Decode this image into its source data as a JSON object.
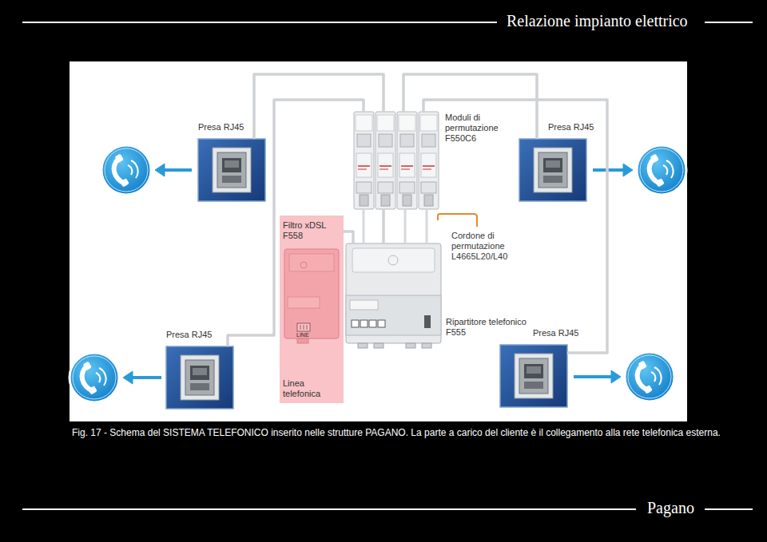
{
  "diagram": {
    "title": "Relazione impianto elettrico",
    "caption": "Fig. 17 - Schema del SISTEMA TELEFONICO inserito nelle strutture PAGANO. La parte a carico del cliente è il collegamento alla rete telefonica esterna.",
    "nodes": [
      {
        "text": [
          "Presa RJ45"
        ]
      },
      {
        "text": [
          "Moduli di permutazione F550C6"
        ]
      },
      {
        "text": [
          "Presa RJ45"
        ]
      },
      {
        "text": [
          "Filtro xDSL F558",
          "Linea telefonica"
        ]
      },
      {
        "text": [
          "Ripartitore telefonico F555"
        ]
      },
      {
        "text": [
          "Presa RJ45"
        ]
      },
      {
        "text": [
          "Presa RJ45"
        ]
      }
    ],
    "edges": [
      {
        "from": 1,
        "to": 0,
        "arrow": "none"
      },
      {
        "from": 1,
        "to": 2,
        "arrow": "none"
      },
      {
        "from": 1,
        "to": 4,
        "arrow": "none"
      },
      {
        "from": 3,
        "to": 4,
        "arrow": "none"
      },
      {
        "from": 1,
        "to": 5,
        "arrow": "none"
      },
      {
        "from": 1,
        "to": 6,
        "arrow": "none"
      }
    ],
    "labels": [
      "Cordone di permutazione L4665L20/L40",
      "LINE",
      "Pagano"
    ]
  }
}
